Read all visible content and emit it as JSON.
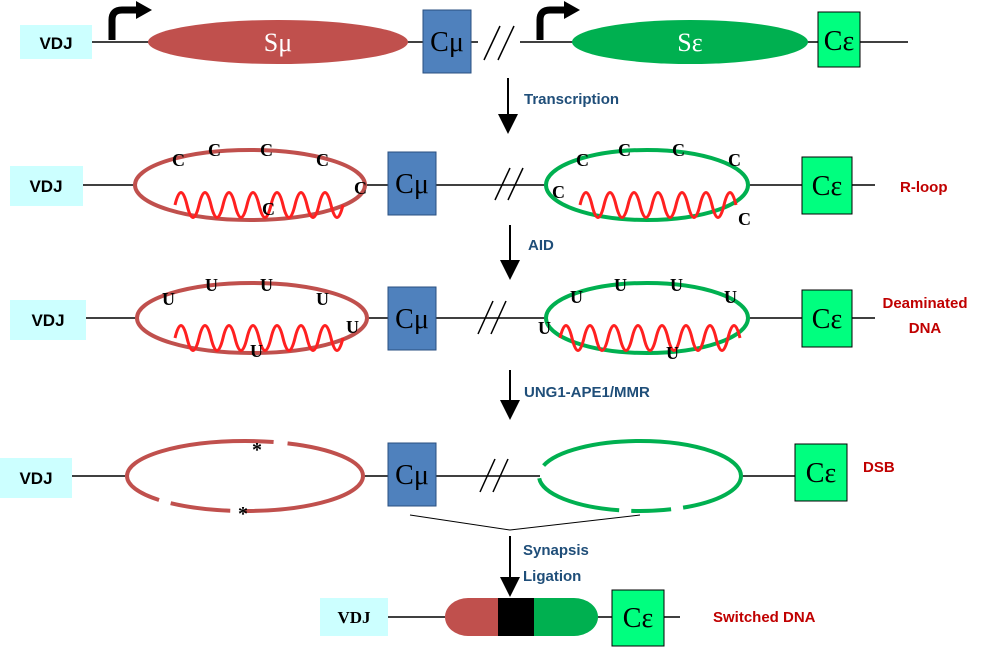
{
  "colors": {
    "mu": "#c0504d",
    "epsilon": "#00b050",
    "cmu_box": "#4f81bd",
    "ceps_box": "#00ff7f",
    "vdj_box": "#ccffff",
    "step_label": "#1f4e79",
    "state_label": "#c00000",
    "rna": "#ff2020",
    "line": "#000000",
    "junction": "#000000"
  },
  "row1": {
    "vdj": "VDJ",
    "s_mu": "Sμ",
    "c_mu": "Cμ",
    "s_eps": "Sε",
    "c_eps": "Cε",
    "promoter_icon": "bent-arrow-promoter-icon"
  },
  "steps": [
    "Transcription",
    "AID",
    "UNG1-APE1/MMR",
    "Synapsis",
    "Ligation"
  ],
  "rows": [
    {
      "vdj": "VDJ",
      "c_mu": "Cμ",
      "c_eps": "Cε",
      "state": [
        "R-loop"
      ],
      "letter": "C"
    },
    {
      "vdj": "VDJ",
      "c_mu": "Cμ",
      "c_eps": "Cε",
      "state": [
        "Deaminated",
        "DNA"
      ],
      "letter": "U"
    },
    {
      "vdj": "VDJ",
      "c_mu": "Cμ",
      "c_eps": "Cε",
      "state": [
        "DSB"
      ],
      "letter": "*"
    }
  ],
  "final": {
    "vdj": "VDJ",
    "c_eps": "Cε",
    "state": "Switched DNA"
  }
}
